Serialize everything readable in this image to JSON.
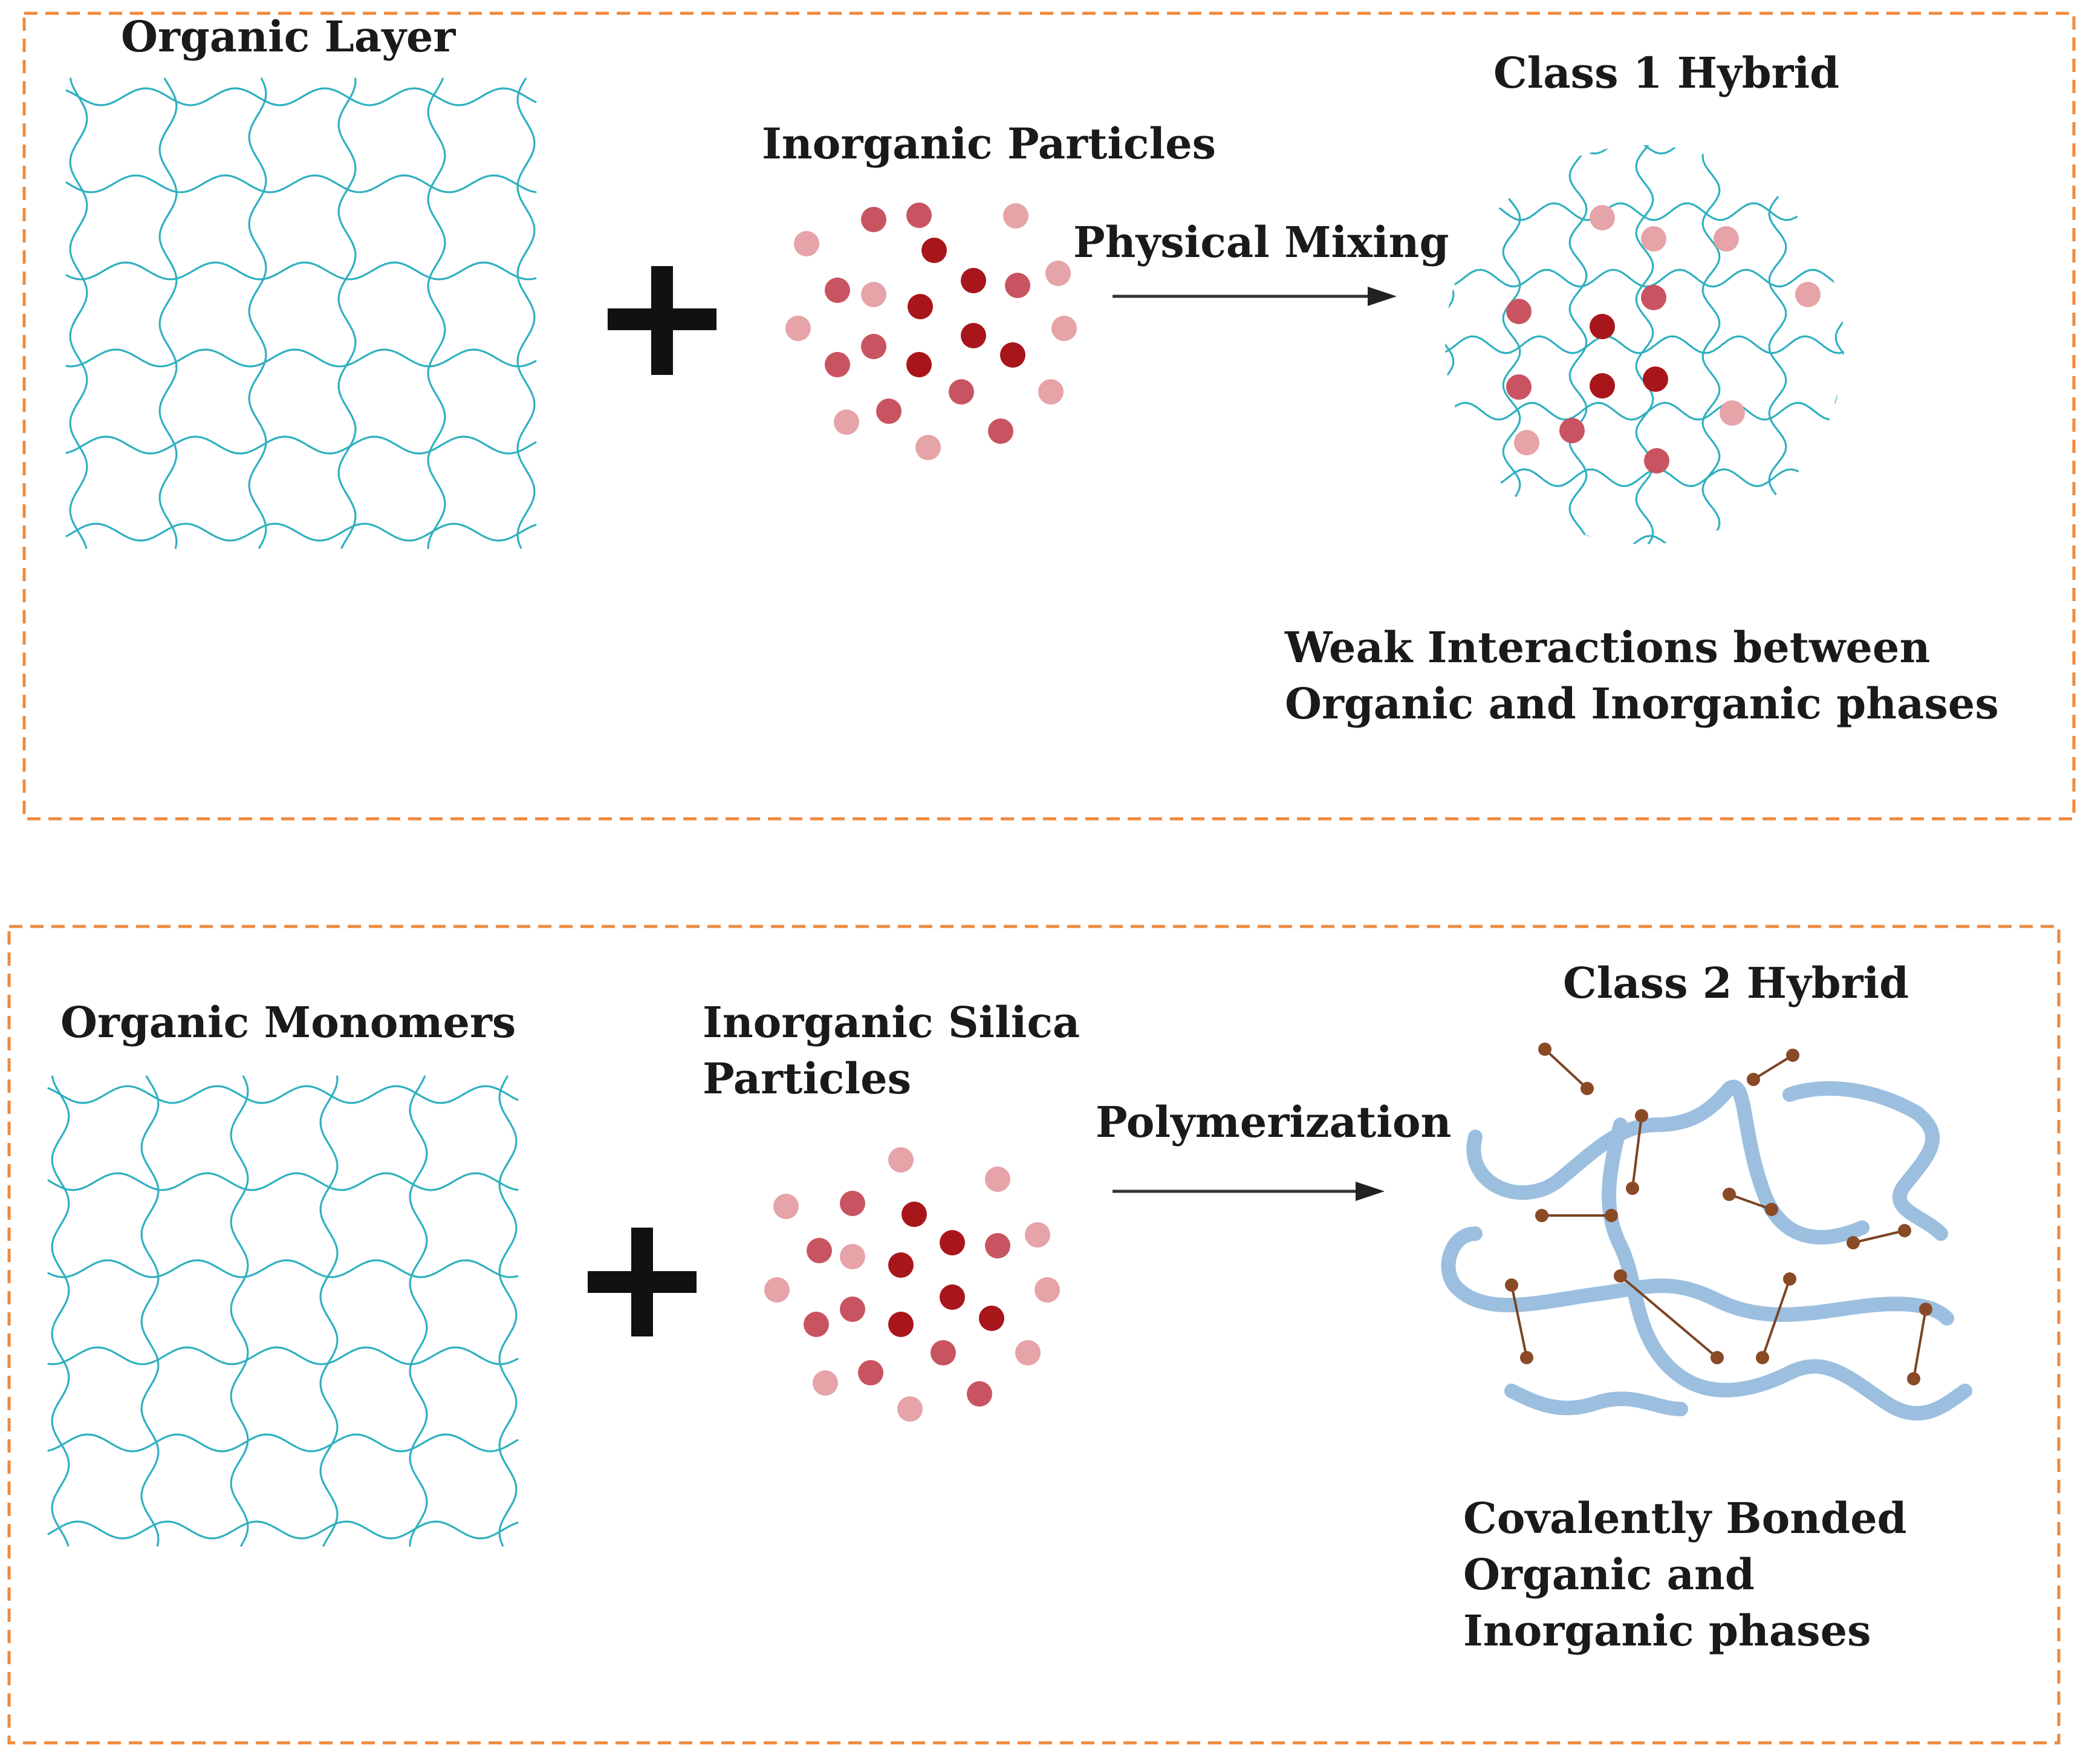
{
  "panels": [
    {
      "reactant_1_label": "Organic Layer",
      "reactant_2_label": "Inorganic Particles",
      "process_label": "Physical Mixing",
      "product_label": "Class 1 Hybrid",
      "description_lines": [
        "Weak Interactions between",
        "Organic and Inorganic phases"
      ]
    },
    {
      "reactant_1_label": "Organic Monomers",
      "reactant_2_label_lines": [
        "Inorganic Silica",
        "Particles"
      ],
      "process_label": "Polymerization",
      "product_label": "Class 2 Hybrid",
      "description_lines": [
        "Covalently Bonded",
        "Organic and",
        "Inorganic phases"
      ]
    }
  ],
  "colors": {
    "frame": "#ef8a3c",
    "mesh": "#2fb0c0",
    "particle_dark": "#a8161c",
    "particle_medium": "#c95461",
    "particle_light": "#e6a3a8",
    "polymer_chain": "#9cbfe0",
    "bond": "#7a4422"
  }
}
